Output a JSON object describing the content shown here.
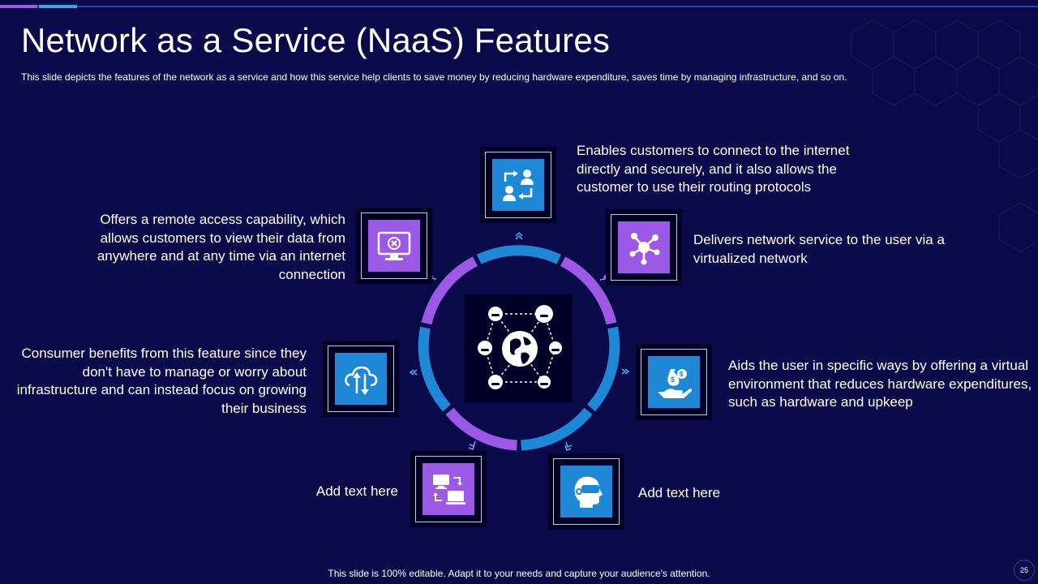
{
  "slide": {
    "title": "Network as a Service (NaaS) Features",
    "subtitle": "This slide depicts the features of the network as a service and how this service help clients to save money by reducing hardware expenditure, saves time by managing infrastructure, and so on.",
    "footer": "This slide is 100% editable. Adapt it to your needs and capture your audience's attention.",
    "page_number": "25"
  },
  "features": {
    "top": "Enables customers to connect to the internet directly and securely, and it also allows the customer to use their routing protocols",
    "upper_right": "Delivers network service to the user via a virtualized network",
    "right": "Aids the user in specific ways by offering a virtual environment that reduces hardware expenditures, such as hardware and upkeep",
    "bottom_right": "Add text  here",
    "bottom_left": "Add text  here",
    "left": "Consumer benefits from this feature since they don't have to manage or worry about infrastructure and can instead focus on growing their business",
    "upper_left": "Offers a remote access capability, which allows customers to view their data from anywhere and at any time via an internet connection"
  },
  "icons": {
    "top": "user-exchange-icon",
    "upper_right": "network-hub-icon",
    "right": "money-hand-icon",
    "bottom_right": "vr-headset-icon",
    "bottom_left": "computer-transfer-icon",
    "left": "cloud-sync-icon",
    "upper_left": "monitor-error-icon",
    "center": "global-network-icon"
  },
  "colors": {
    "background": "#0a0a4a",
    "accent_blue": "#1e88d6",
    "accent_purple": "#9b59e6"
  }
}
